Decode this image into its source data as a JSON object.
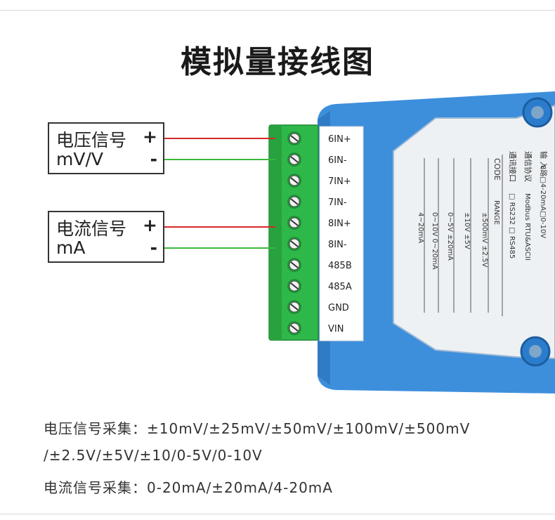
{
  "title": "模拟量接线图",
  "voltage_box": {
    "line1": "电压信号",
    "line2": "mV/V",
    "plus": "+",
    "minus": "-"
  },
  "current_box": {
    "line1": "电流信号",
    "line2": "mA",
    "plus": "+",
    "minus": "-"
  },
  "terminals": [
    "6IN+",
    "6IN-",
    "7IN+",
    "7IN-",
    "8IN+",
    "8IN-",
    "485B",
    "485A",
    "GND",
    "VIN"
  ],
  "module_label": {
    "col_input": "输 入",
    "col_protocol": "通信协议",
    "col_interface": "通讯接口",
    "col_code": "CODE",
    "input_value": "8路□4-20mA□0-10V",
    "protocol_value": "Modbus RTU&ASCII",
    "interface_value": "□ RS232 □ RS485",
    "range_header": "RANGE",
    "ranges": [
      "±500mV ±2.5V",
      "±10V  ±5V",
      "0~5V  ±20mA",
      "0~10V  0~20mA",
      "4~20mA"
    ]
  },
  "captions": {
    "voltage_line1": "电压信号采集：±10mV/±25mV/±50mV/±100mV/±500mV",
    "voltage_line2": "/±2.5V/±5V/±10/0-5V/0-10V",
    "current_line": "电流信号采集：0-20mA/±20mA/4-20mA"
  },
  "colors": {
    "wire_positive": "#d62828",
    "wire_negative": "#3cb83c",
    "terminal_green": "#2fb84a",
    "module_blue": "#3d8fdc"
  }
}
